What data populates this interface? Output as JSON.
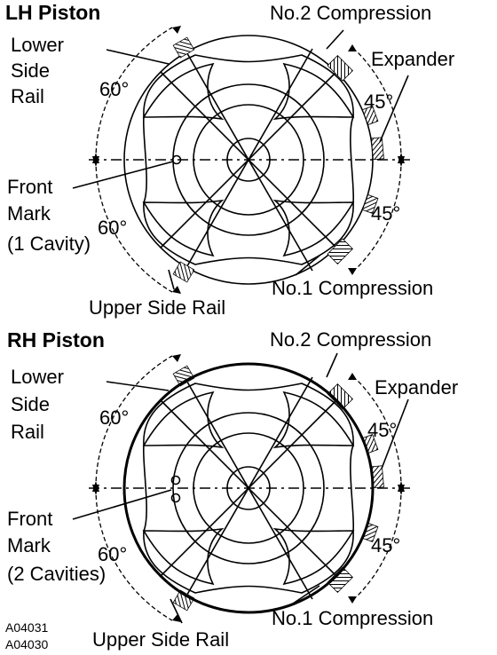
{
  "pistons": [
    {
      "id": "lh",
      "title": "LH Piston",
      "labels": {
        "lower_side_rail": [
          "Lower",
          "Side",
          "Rail"
        ],
        "no2_compression": "No.2 Compression",
        "expander": "Expander",
        "front_mark": [
          "Front",
          "Mark",
          "(1 Cavity)"
        ],
        "no1_compression": "No.1 Compression",
        "upper_side_rail": "Upper Side Rail",
        "angle_upper_left": "60°",
        "angle_lower_left": "60°",
        "angle_upper_right": "45°",
        "angle_lower_right": "45°"
      },
      "front_mark_cavities": 1
    },
    {
      "id": "rh",
      "title": "RH Piston",
      "labels": {
        "lower_side_rail": [
          "Lower",
          "Side",
          "Rail"
        ],
        "no2_compression": "No.2 Compression",
        "expander": "Expander",
        "front_mark": [
          "Front",
          "Mark",
          "(2 Cavities)"
        ],
        "no1_compression": "No.1 Compression",
        "upper_side_rail": "Upper Side Rail",
        "angle_upper_left": "60°",
        "angle_lower_left": "60°",
        "angle_upper_right": "45°",
        "angle_lower_right": "45°"
      },
      "front_mark_cavities": 2
    }
  ],
  "figure_codes": [
    "A04031",
    "A04030"
  ]
}
